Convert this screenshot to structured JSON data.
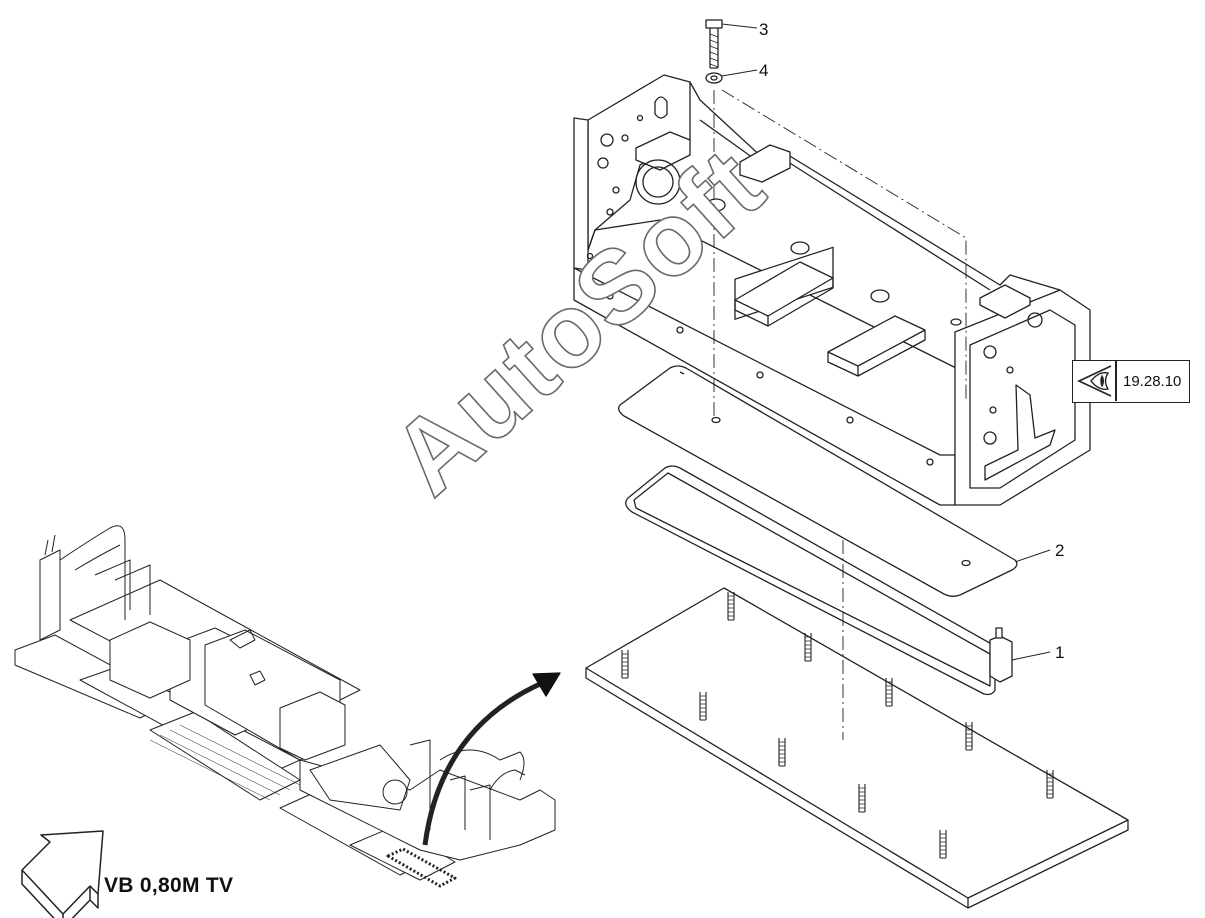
{
  "callouts": {
    "item1": "1",
    "item2": "2",
    "item3": "3",
    "item4": "4"
  },
  "reference": {
    "code": "19.28.10",
    "icon": "eye-icon"
  },
  "model_label": "VB 0,80M TV",
  "watermark": "AutoSoft",
  "colors": {
    "line": "#222222",
    "watermark_outline": "#6a6a6a",
    "background": "#ffffff"
  }
}
